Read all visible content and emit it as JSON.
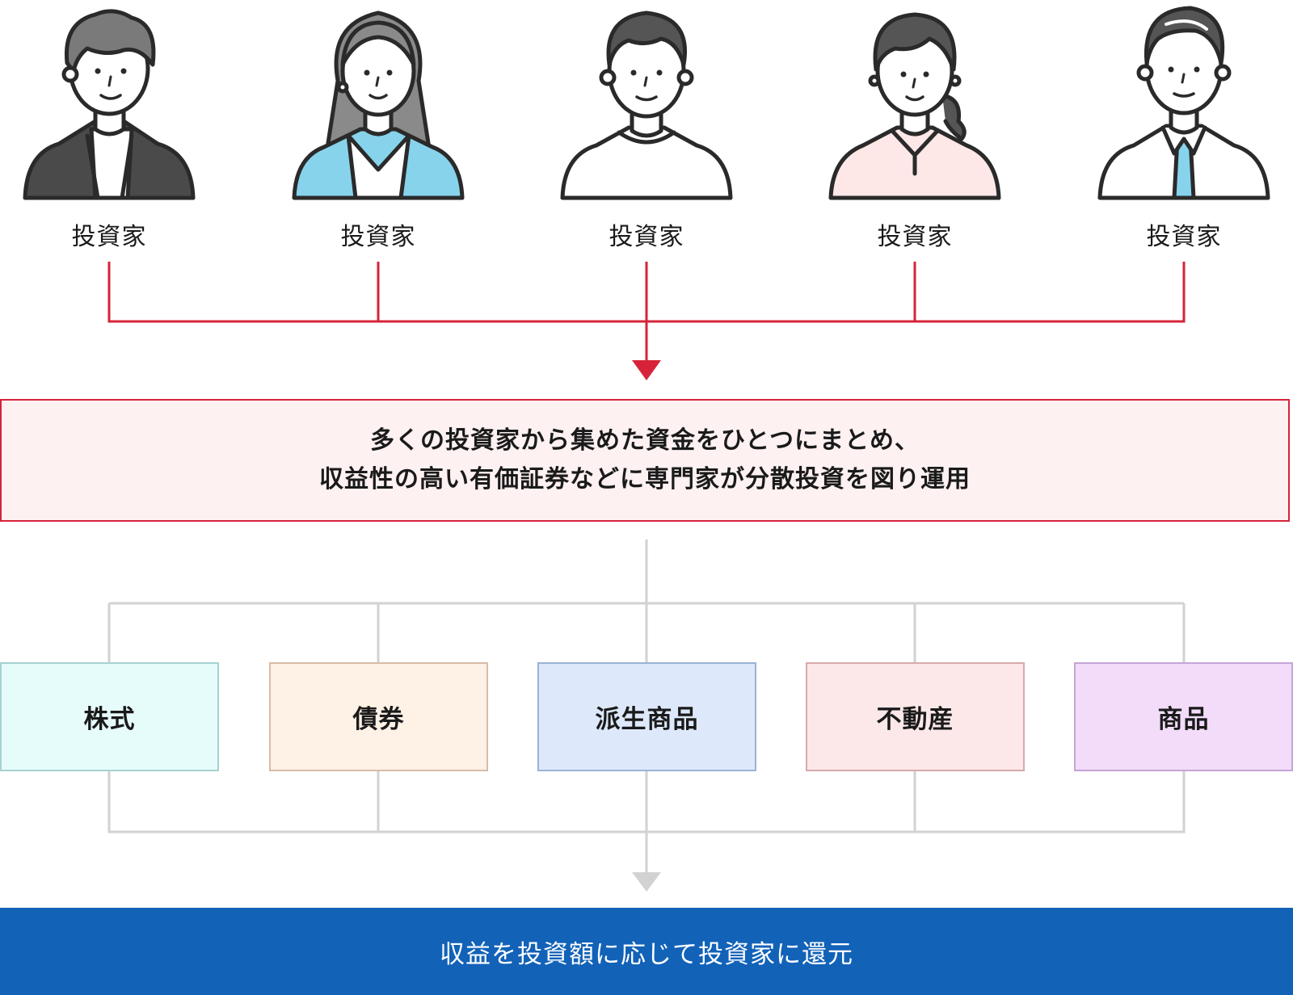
{
  "investors": [
    {
      "label": "投資家",
      "style": "dark-jacket"
    },
    {
      "label": "投資家",
      "style": "blue-jacket-long-hair"
    },
    {
      "label": "投資家",
      "style": "white-shirt"
    },
    {
      "label": "投資家",
      "style": "pink-blouse"
    },
    {
      "label": "投資家",
      "style": "shirt-tie"
    }
  ],
  "fund": {
    "line1": "多くの投資家から集めた資金をひとつにまとめ、",
    "line2": "収益性の高い有価証券などに専門家が分散投資を図り運用"
  },
  "assets": [
    {
      "label": "株式",
      "bg": "#e6fcfb",
      "border": "#a6d2d2"
    },
    {
      "label": "債券",
      "bg": "#fef1e6",
      "border": "#d9bba4"
    },
    {
      "label": "派生商品",
      "bg": "#dde9fa",
      "border": "#9ab2d6"
    },
    {
      "label": "不動産",
      "bg": "#fde8e9",
      "border": "#d8a9ad"
    },
    {
      "label": "商品",
      "bg": "#f2dcfa",
      "border": "#c5a4d4"
    }
  ],
  "return": {
    "label": "収益を投資額に応じて投資家に還元"
  },
  "colors": {
    "accent_red": "#d6233a",
    "connector_gray": "#d2d2d2",
    "return_blue": "#1262b8"
  }
}
